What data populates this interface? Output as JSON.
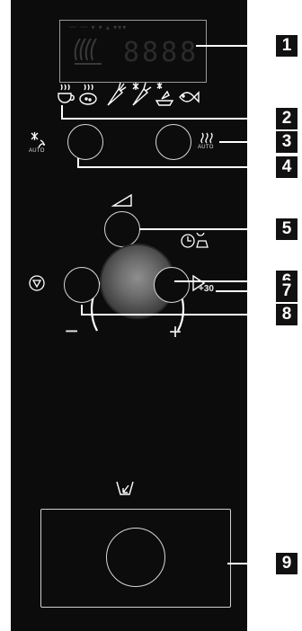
{
  "display": {
    "digits": "8888",
    "top_icons": "〰 〰 ▾ ▾ ▴ ▾▾▾"
  },
  "program_icons": [
    {
      "name": "drink-warm-icon"
    },
    {
      "name": "food-bowl-icon"
    },
    {
      "name": "vegetable-icon"
    },
    {
      "name": "frozen-vegetable-icon"
    },
    {
      "name": "defrost-dish-icon"
    },
    {
      "name": "fish-icon"
    }
  ],
  "controls": {
    "auto_label": "AUTO",
    "minus": "−",
    "plus": "+",
    "plus30": "+30"
  },
  "callouts": [
    "1",
    "2",
    "3",
    "4",
    "5",
    "6",
    "7",
    "8",
    "9"
  ],
  "colors": {
    "panel": "#0c0c0c",
    "line": "#ffffff",
    "callout_bg": "#111111"
  }
}
